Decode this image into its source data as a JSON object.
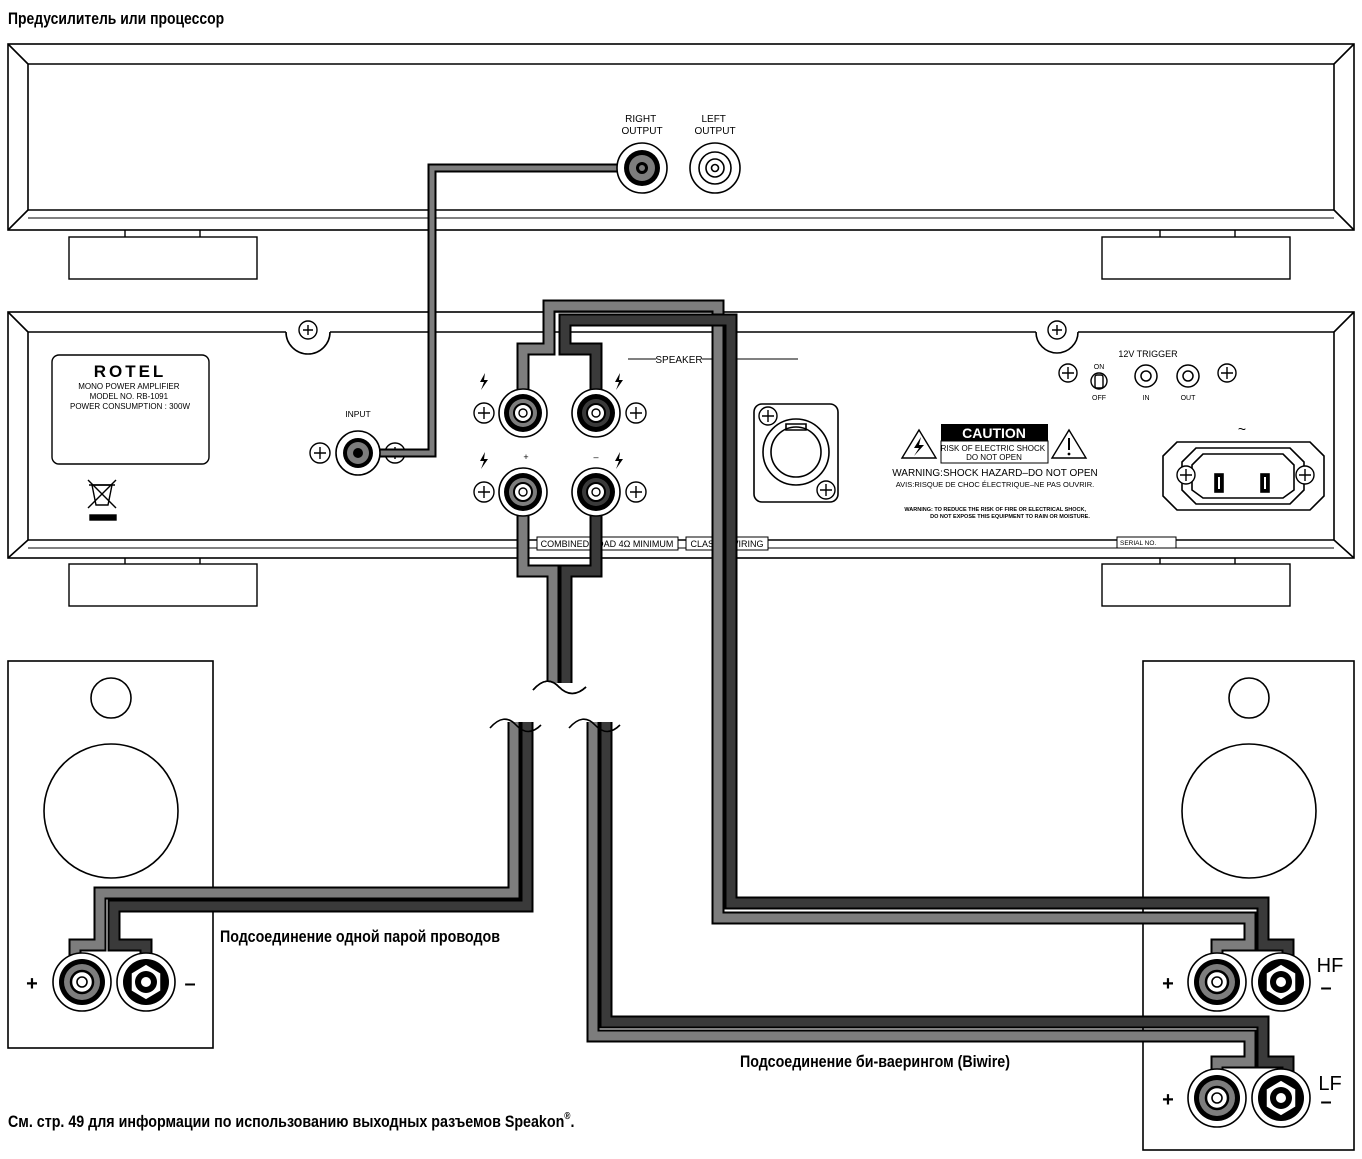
{
  "header": {
    "title": "Предусилитель или процессор"
  },
  "preamp": {
    "right_output": [
      "RIGHT",
      "OUTPUT"
    ],
    "left_output": [
      "LEFT",
      "OUTPUT"
    ]
  },
  "amplifier": {
    "brand": "ROTEL",
    "label_lines": [
      "MONO POWER AMPLIFIER",
      "MODEL NO. RB-1091",
      "POWER CONSUMPTION : 300W"
    ],
    "input_label": "INPUT",
    "speaker_label": "SPEAKER",
    "plus": "+",
    "minus": "–",
    "combined_load": "COMBINED LOAD 4Ω MINIMUM",
    "class_wiring": "CLASS 2 WIRING",
    "trigger_label": "12V TRIGGER",
    "on_label": "ON",
    "off_label": "OFF",
    "in_label": "IN",
    "out_label": "OUT",
    "ac_symbol": "~",
    "caution_title": "CAUTION",
    "caution_lines": [
      "RISK OF ELECTRIC SHOCK",
      "DO NOT OPEN"
    ],
    "warning_line": "WARNING:SHOCK HAZARD–DO NOT OPEN",
    "avis_line": "AVIS:RISQUE DE CHOC ÉLECTRIQUE–NE PAS OUVRIR.",
    "fire_lines": [
      "WARNING: TO REDUCE THE RISK OF FIRE OR ELECTRICAL SHOCK,",
      "DO NOT EXPOSE THIS EQUIPMENT TO RAIN OR MOISTURE."
    ],
    "serial_label": "SERIAL NO."
  },
  "speaker_left": {
    "plus": "+",
    "minus": "–"
  },
  "speaker_right": {
    "plus_hf": "+",
    "plus_lf": "+",
    "hf_label": "HF",
    "lf_label": "LF",
    "minus_hf": "–",
    "minus_lf": "–"
  },
  "captions": {
    "single_wire": "Подсоединение одной парой проводов",
    "biwire": "Подсоединение би-ваерингом (Biwire)",
    "footnote": "См. стр. 49 для информации по использованию выходных разъемов Speakon",
    "footnote_mark": "®",
    "footnote_end": "."
  },
  "colors": {
    "cable_light": "#7d7d7d",
    "cable_dark": "#3a3a3a",
    "outline": "#000000"
  }
}
